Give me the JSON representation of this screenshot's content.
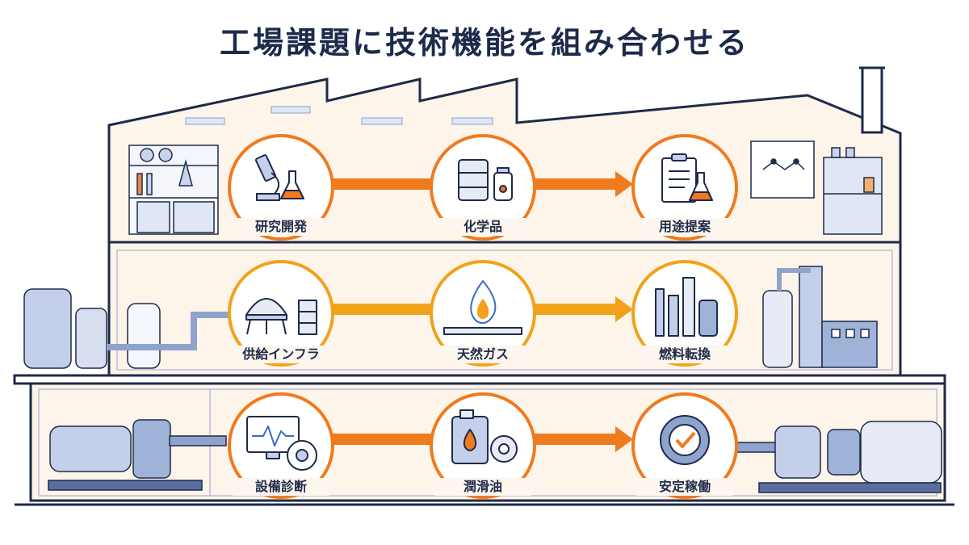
{
  "title": "工場課題に技術機能を組み合わせる",
  "rows": [
    {
      "id": "lab",
      "color": "#f07a1e",
      "nodes": [
        {
          "label": "研究開発",
          "icon": "microscope-flask-icon"
        },
        {
          "label": "化学品",
          "icon": "drum-bottle-icon"
        },
        {
          "label": "用途提案",
          "icon": "clipboard-flask-icon"
        }
      ]
    },
    {
      "id": "energy",
      "color": "#f2a21a",
      "nodes": [
        {
          "label": "供給インフラ",
          "icon": "gas-tank-icon"
        },
        {
          "label": "天然ガス",
          "icon": "flame-icon"
        },
        {
          "label": "燃料転換",
          "icon": "plant-towers-icon"
        }
      ]
    },
    {
      "id": "equipment",
      "color": "#f07a1e",
      "nodes": [
        {
          "label": "設備診断",
          "icon": "monitor-bearing-icon"
        },
        {
          "label": "潤滑油",
          "icon": "oil-can-gear-icon"
        },
        {
          "label": "安定稼働",
          "icon": "gear-check-icon"
        }
      ]
    }
  ],
  "colors": {
    "navy": "#1e2a4a",
    "floor": "#fdf4ea",
    "orange": "#f07a1e",
    "amber": "#f2a21a",
    "steel": "#8fa3cc"
  }
}
